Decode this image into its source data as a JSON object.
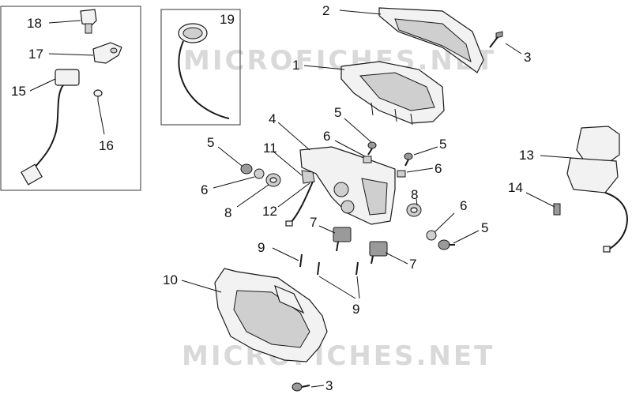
{
  "watermark": {
    "top": "MICROFICHES.NET",
    "bottom": "MICROFICHES.NET"
  },
  "callouts": {
    "c18": "18",
    "c17": "17",
    "c15": "15",
    "c16": "16",
    "c19": "19",
    "c2": "2",
    "c3a": "3",
    "c1": "1",
    "c4": "4",
    "c5a": "5",
    "c6a": "6",
    "c5b": "5",
    "c6b": "6",
    "c11": "11",
    "c5c": "5",
    "c6c": "6",
    "c8a": "8",
    "c12": "12",
    "c13": "13",
    "c14": "14",
    "c8b": "8",
    "c6d": "6",
    "c5d": "5",
    "c7a": "7",
    "c7b": "7",
    "c9a": "9",
    "c9b": "9",
    "c10": "10",
    "c3b": "3"
  },
  "colors": {
    "line": "#111111",
    "watermark": "#d9d9d9",
    "part_fill": "#f2f2f2"
  }
}
